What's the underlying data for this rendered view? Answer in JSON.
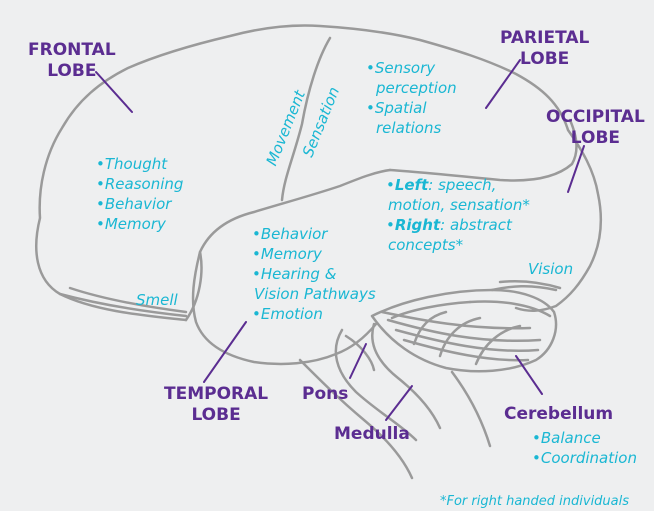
{
  "lobes": {
    "frontal": [
      "FRONTAL",
      "LOBE"
    ],
    "parietal": [
      "PARIETAL",
      "LOBE"
    ],
    "occipital": [
      "OCCIPITAL",
      "LOBE"
    ],
    "temporal": [
      "TEMPORAL",
      "LOBE"
    ],
    "pons": "Pons",
    "medulla": "Medulla",
    "cerebellum": "Cerebellum"
  },
  "frontal_functions": [
    "Thought",
    "Reasoning",
    "Behavior",
    "Memory"
  ],
  "parietal_functions": [
    "Sensory",
    "perception",
    "Spatial",
    "relations"
  ],
  "hemisphere": {
    "left_label": "Left",
    "left_text": ": speech,",
    "left_text2": "motion, sensation*",
    "right_label": "Right",
    "right_text": ": abstract",
    "right_text2": "concepts*"
  },
  "temporal_functions": [
    "Behavior",
    "Memory",
    "Hearing &",
    "Vision Pathways",
    "Emotion"
  ],
  "cerebellum_functions": [
    "Balance",
    "Coordination"
  ],
  "strip_labels": {
    "movement": "Movement",
    "sensation": "Sensation",
    "smell": "Smell",
    "vision": "Vision"
  },
  "footnote": "*For right handed individuals",
  "colors": {
    "lobe_text": "#5b2d91",
    "function_text": "#1ab7d3",
    "brain_outline": "#9a9a9a",
    "background": "#eeeff0"
  }
}
